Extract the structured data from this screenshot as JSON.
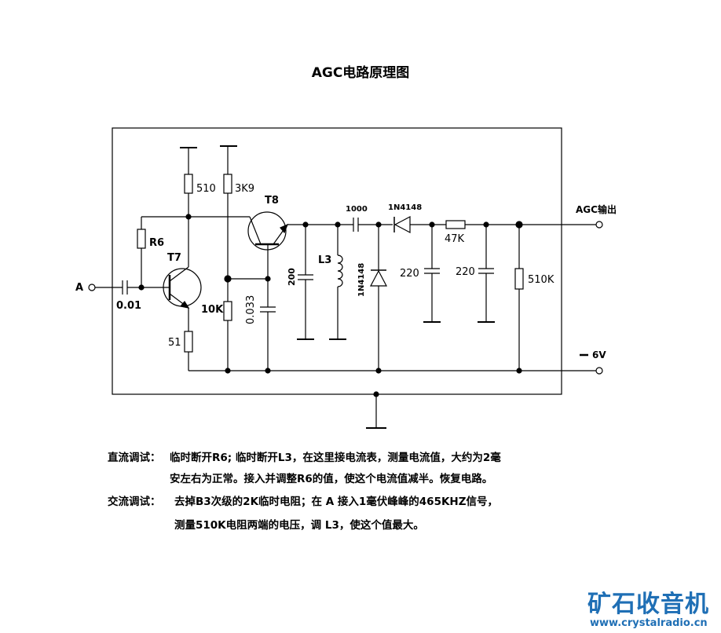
{
  "title": "AGC电路原理图",
  "labels": {
    "r510": "510",
    "r3k9": "3K9",
    "t8": "T8",
    "c1000": "1000",
    "d_top": "1N4148",
    "agc_out": "AGC输出",
    "r6": "R6",
    "t7": "T7",
    "r47k": "47K",
    "l3": "L3",
    "d_vert": "1N4148",
    "c200": "200",
    "c220a": "220",
    "c220b": "220",
    "r510k": "510K",
    "input_a": "A",
    "c001": "0.01",
    "r10k": "10K",
    "c0033": "0.033",
    "r51": "51",
    "neg6v": "6V"
  },
  "notes": {
    "dc_label": "直流调试：",
    "dc_line1": "临时断开R6; 临时断开L3，在这里接电流表，测量电流值，大约为2毫",
    "dc_line2": "安左右为正常。接入并调整R6的值，使这个电流值减半。恢复电路。",
    "ac_label": "交流调试：",
    "ac_line1": "去掉B3次级的2K临时电阻；在 A 接入1毫伏峰峰的465KHZ信号，",
    "ac_line2": "测量510K电阻两端的电压，调 L3，使这个值最大。"
  },
  "watermark": {
    "brand": "矿石收音机",
    "url": "www.crystalradio.cn"
  },
  "colors": {
    "line": "#000000",
    "brand": "#1f6fb5"
  }
}
